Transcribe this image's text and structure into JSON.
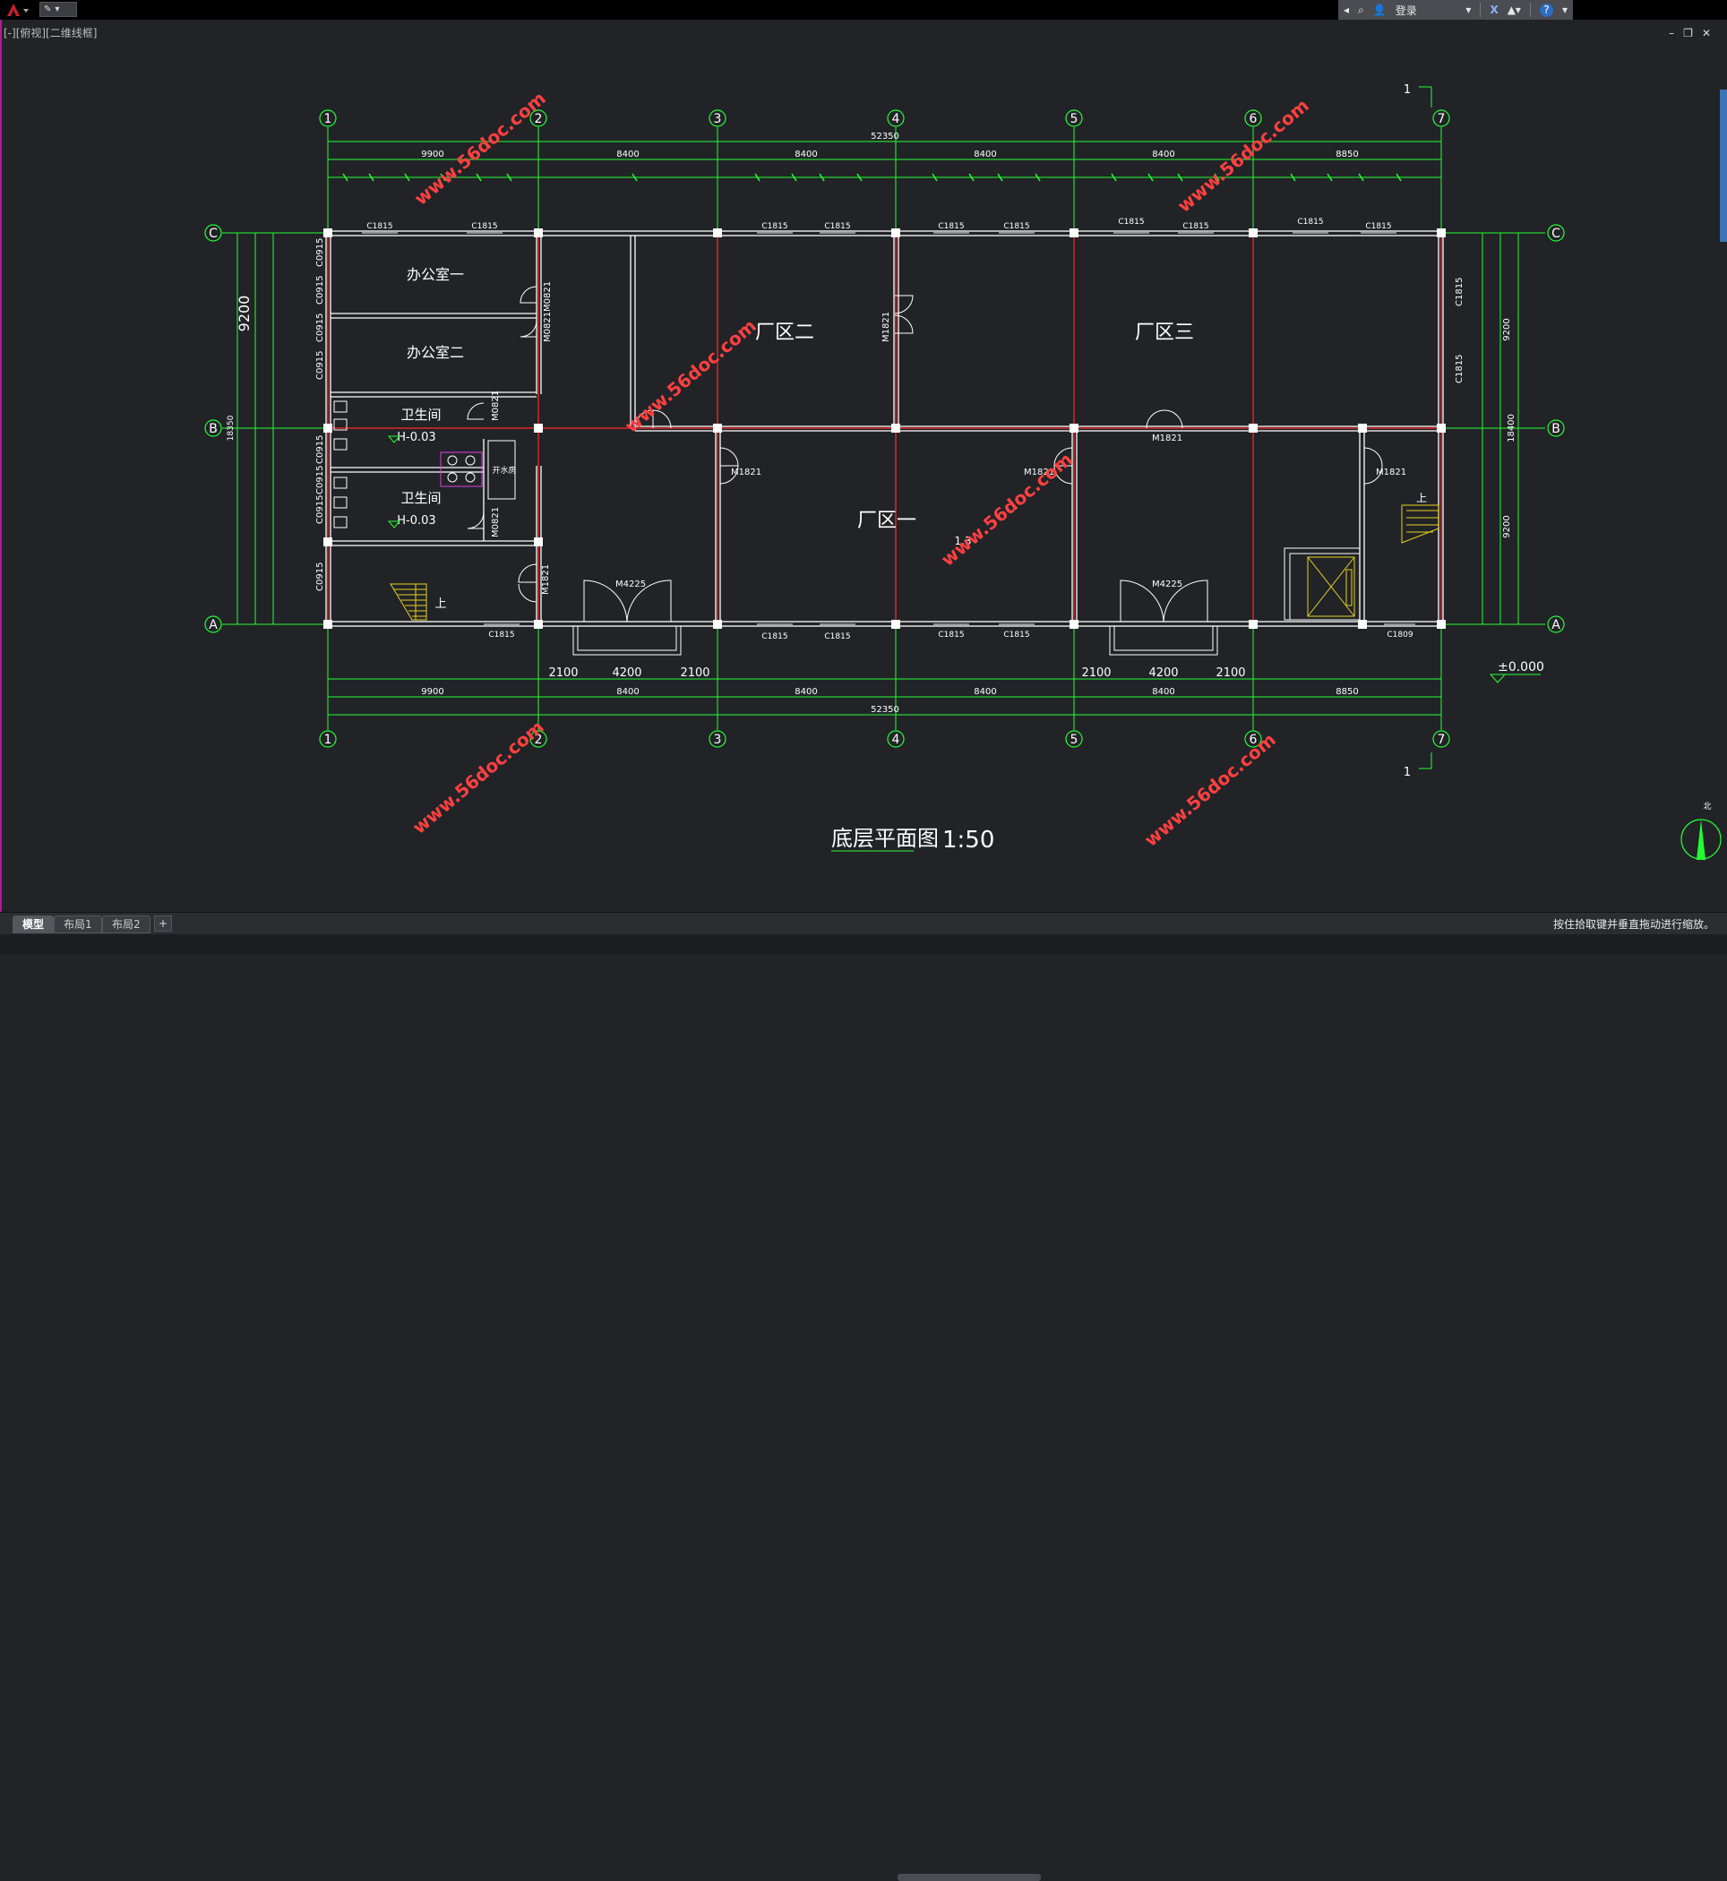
{
  "app": {
    "login_label": "登录",
    "view_label": "[-][俯视][二维线框]"
  },
  "drawing": {
    "title": "底层平面图",
    "scale": "1:50",
    "grid_cols": [
      "1",
      "2",
      "3",
      "4",
      "5",
      "6",
      "7"
    ],
    "grid_rows": [
      "C",
      "B",
      "A"
    ],
    "total_dim": "52350",
    "bays_top": [
      "9900",
      "8400",
      "8400",
      "8400",
      "8400",
      "8850"
    ],
    "bays_bottom": [
      "9900",
      "8400",
      "8400",
      "8400",
      "8400",
      "8850"
    ],
    "left_dim": "9200",
    "right_dim": "9200",
    "depth_dim": "18400",
    "depth_dim_left": "18350",
    "rooms": {
      "office1": "办公室一",
      "office2": "办公室二",
      "toilet1": "卫生间",
      "toilet2": "卫生间",
      "h1": "H-0.03",
      "h2": "H-0.03",
      "plant1": "厂区一",
      "plant2": "厂区二",
      "plant3": "厂区三",
      "water": "开水房"
    },
    "labels": {
      "door_big": "M4225",
      "door_m1821": "M1821",
      "door_m0821": "M0821",
      "win_c1815": "C1815",
      "win_c0915": "C0915",
      "win_c1809": "C1809",
      "elev_up": "上",
      "level_zero": "±0.000",
      "level_inner": "1.3",
      "section_mark": "1",
      "north": "北",
      "dim_2100": "2100",
      "dim_4200": "4200"
    },
    "watermark": "www.56doc.com"
  },
  "tabs": [
    "模型",
    "布局1",
    "布局2"
  ],
  "status_message": "按住拾取键并垂直拖动进行缩放。",
  "colors": {
    "background": "#212327",
    "wall": "#ffffff",
    "axis": "#ff2a2a",
    "dimension": "#22ff33",
    "watermark": "#ff4040",
    "stair": "#e6d020"
  }
}
